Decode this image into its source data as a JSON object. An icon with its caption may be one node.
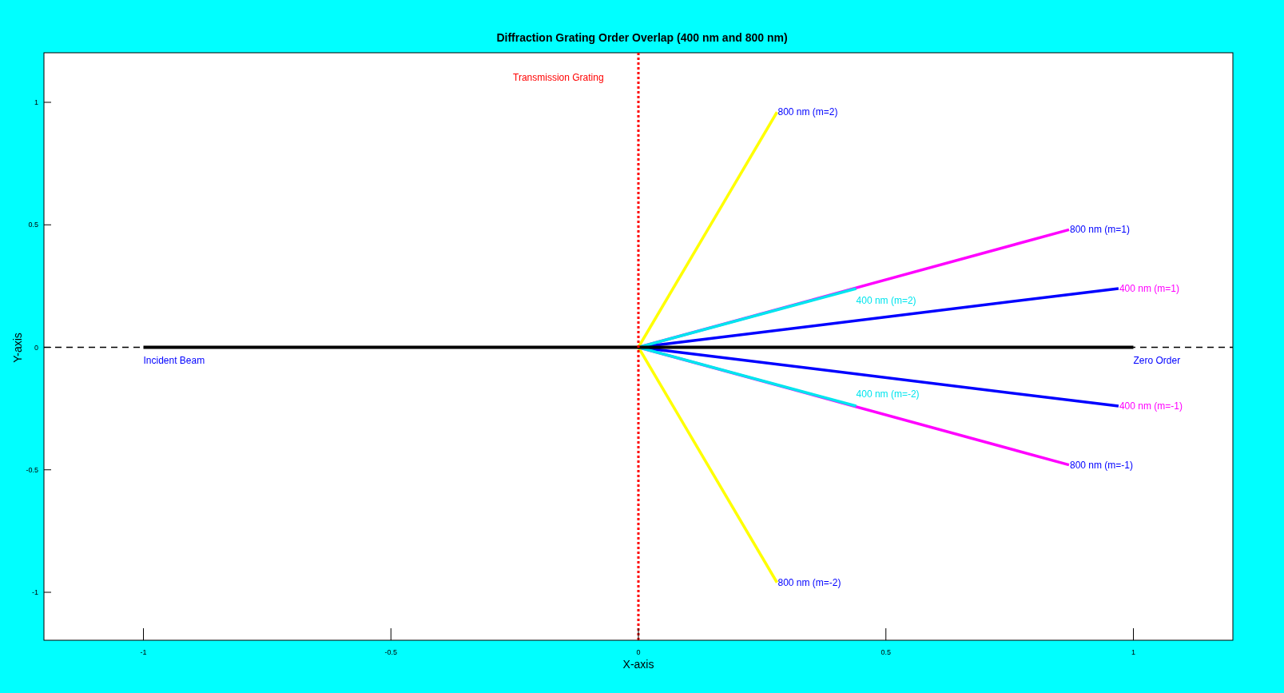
{
  "diagram": {
    "title": "Diffraction Grating Order Overlap (400 nm and 800 nm)",
    "labels": [
      "Transmission Grating",
      "800 nm (m=2)",
      "1",
      "800 nm (m=1)",
      "0.5",
      "400 nm (m=1)",
      "400 nm (m=2)",
      "Y-axis",
      "0",
      "Incident Beam",
      "Zero Order",
      "400 nm (m=-2)",
      "400 nm (m=-1)",
      "-0.5",
      "800 nm (m=-1)",
      "-1",
      "800 nm (m=-2)",
      "-1",
      "-0.5",
      "0",
      "0.5",
      "1",
      "X-axis"
    ]
  }
}
